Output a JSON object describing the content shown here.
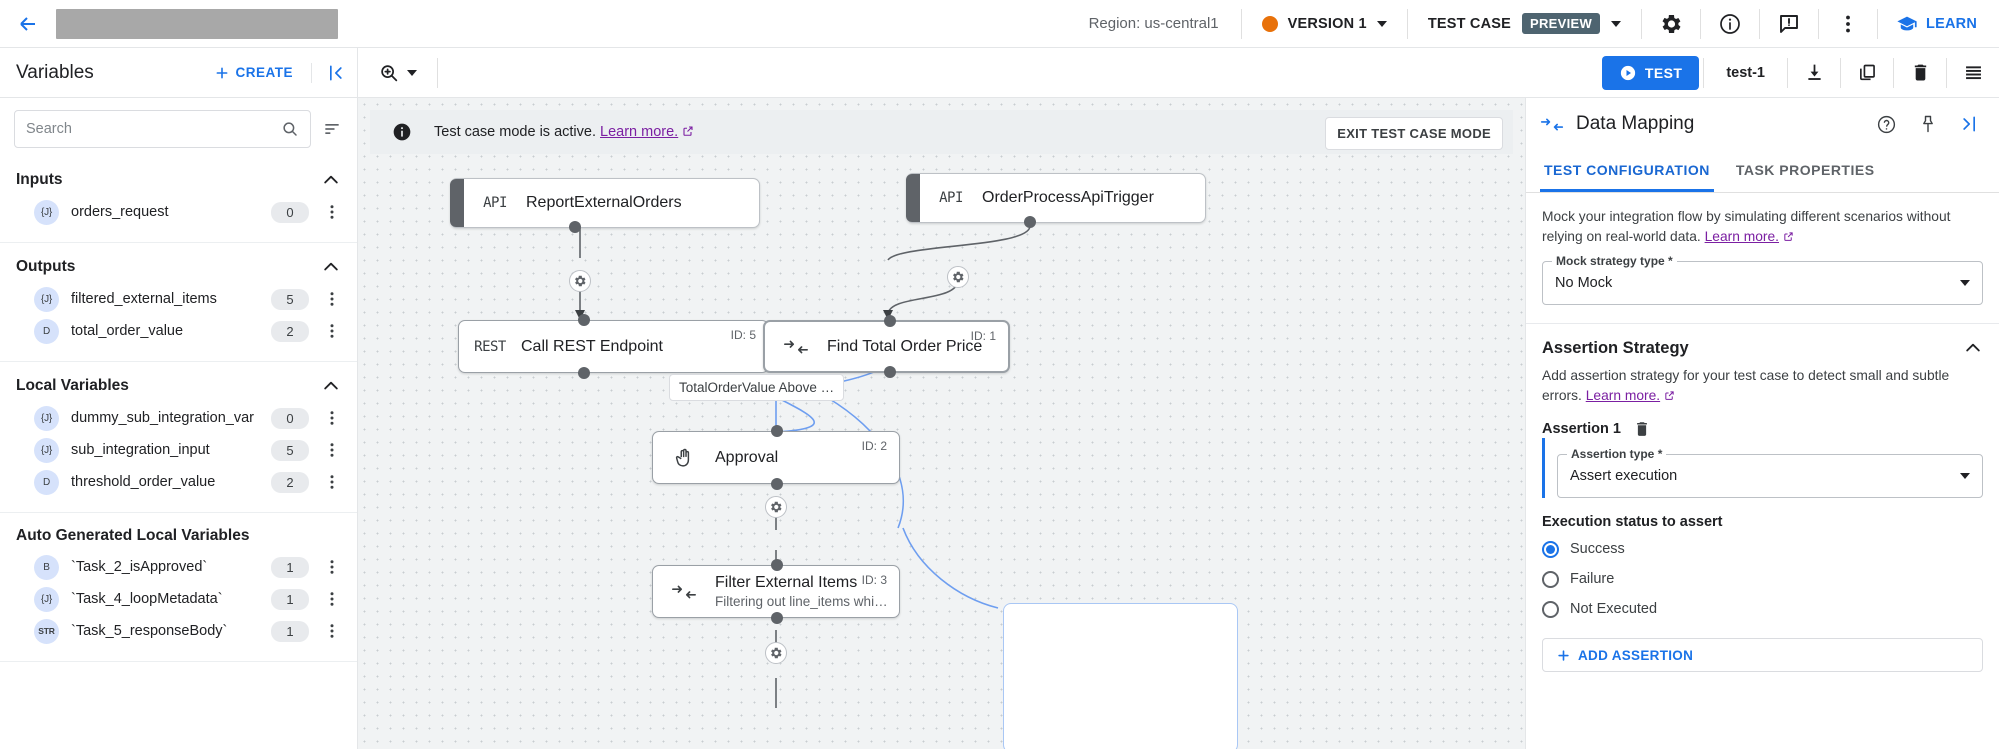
{
  "header": {
    "back_icon": "arrow-left-icon",
    "title_redacted": "",
    "region": "Region: us-central1",
    "version_label": "VERSION 1",
    "testcase_label": "TEST CASE",
    "preview_chip": "PREVIEW",
    "icons": [
      "gear-icon",
      "info-icon",
      "feedback-icon",
      "more-vert-icon"
    ],
    "learn_label": "LEARN",
    "accent_blue": "#1a73e8",
    "version_dot_color": "#e8710a",
    "preview_chip_color": "#4e6470"
  },
  "toolbar": {
    "variables_title": "Variables",
    "create_label": "CREATE",
    "collapse_icon": "collapse-left-icon",
    "zoom_icon": "zoom-icon",
    "test_label": "TEST",
    "test_name": "test-1",
    "download_icon": "download-icon",
    "copy_icon": "copy-icon",
    "delete_icon": "trash-icon",
    "logs_icon": "logs-icon"
  },
  "sidebar": {
    "search": {
      "value": "",
      "placeholder": "Search"
    },
    "sections": [
      {
        "title": "Inputs",
        "expanded": true,
        "items": [
          {
            "type": "{J}",
            "name": "orders_request",
            "count": "0"
          }
        ]
      },
      {
        "title": "Outputs",
        "expanded": true,
        "items": [
          {
            "type": "{J}",
            "name": "filtered_external_items",
            "count": "5"
          },
          {
            "type": "D",
            "name": "total_order_value",
            "count": "2"
          }
        ]
      },
      {
        "title": "Local Variables",
        "expanded": true,
        "items": [
          {
            "type": "{J}",
            "name": "dummy_sub_integration_var",
            "count": "0"
          },
          {
            "type": "{J}",
            "name": "sub_integration_input",
            "count": "5"
          },
          {
            "type": "D",
            "name": "threshold_order_value",
            "count": "2"
          }
        ]
      },
      {
        "title": "Auto Generated Local Variables",
        "expanded": false,
        "items": [
          {
            "type": "B",
            "name": "`Task_2_isApproved`",
            "count": "1"
          },
          {
            "type": "{J}",
            "name": "`Task_4_loopMetadata`",
            "count": "1"
          },
          {
            "type": "STR",
            "name": "`Task_5_responseBody`",
            "count": "1"
          }
        ]
      }
    ]
  },
  "canvas": {
    "banner": {
      "text": "Test case mode is active.",
      "link": "Learn more.",
      "exit_label": "EXIT TEST CASE MODE"
    },
    "nodes": [
      {
        "kind": "api",
        "icon": "API",
        "title": "ReportExternalOrders",
        "sub": "",
        "id": ""
      },
      {
        "kind": "api",
        "icon": "API",
        "title": "OrderProcessApiTrigger",
        "sub": "",
        "id": ""
      },
      {
        "kind": "task",
        "icon": "REST",
        "title": "Call REST Endpoint",
        "sub": "",
        "id": "ID: 5"
      },
      {
        "kind": "task",
        "icon": "map",
        "title": "Find Total Order Price",
        "sub": "",
        "id": "ID: 1"
      },
      {
        "kind": "task",
        "icon": "hand",
        "title": "Approval",
        "sub": "",
        "id": "ID: 2"
      },
      {
        "kind": "task",
        "icon": "map",
        "title": "Filter External Items",
        "sub": "Filtering out line_items whi…",
        "id": "ID: 3"
      }
    ],
    "edge_label": "TotalOrderValue Above …"
  },
  "rightpanel": {
    "icon": "data-mapping-icon",
    "title": "Data Mapping",
    "help_icon": "help-icon",
    "pin_icon": "pin-icon",
    "expand_icon": "expand-right-icon",
    "tabs": [
      {
        "label": "TEST CONFIGURATION",
        "active": true
      },
      {
        "label": "TASK PROPERTIES",
        "active": false
      }
    ],
    "mock": {
      "description": "Mock your integration flow by simulating different scenarios without relying on real-world data.",
      "link": "Learn more.",
      "field_label": "Mock strategy type *",
      "field_value": "No Mock"
    },
    "assertion": {
      "section_title": "Assertion Strategy",
      "description": "Add assertion strategy for your test case to detect small and subtle errors.",
      "link": "Learn more.",
      "item_title": "Assertion 1",
      "delete_icon": "trash-icon",
      "type_label": "Assertion type *",
      "type_value": "Assert execution",
      "exec_title": "Execution status to assert",
      "options": [
        {
          "label": "Success",
          "selected": true
        },
        {
          "label": "Failure",
          "selected": false
        },
        {
          "label": "Not Executed",
          "selected": false
        }
      ],
      "add_label": "ADD ASSERTION"
    }
  }
}
